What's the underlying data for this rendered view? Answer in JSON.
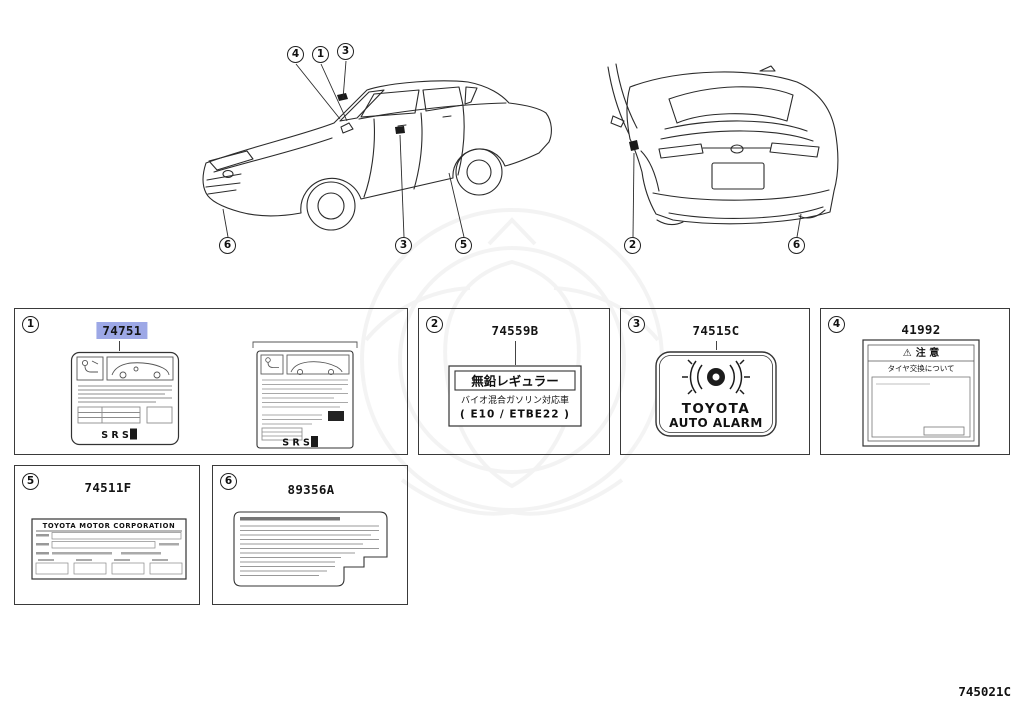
{
  "colors": {
    "highlight": "#9da8e6",
    "line": "#2b2b2b"
  },
  "scene": {
    "callouts": [
      {
        "ref": "4"
      },
      {
        "ref": "1"
      },
      {
        "ref": "3"
      },
      {
        "ref": "6"
      },
      {
        "ref": "3"
      },
      {
        "ref": "5"
      },
      {
        "ref": "2"
      },
      {
        "ref": "6"
      }
    ],
    "cars": [
      {
        "name": "sedan front three-quarter view"
      },
      {
        "name": "sedan rear view"
      }
    ]
  },
  "panels": {
    "p1": {
      "callout": "1",
      "part_number": "74751",
      "highlighted": true,
      "srs_text": "S R S"
    },
    "p2": {
      "callout": "2",
      "part_number": "74559B",
      "line1": "無鉛レギュラー",
      "line2": "バイオ混合ガソリン対応車",
      "line3": "( E10 / ETBE22 )"
    },
    "p3": {
      "callout": "3",
      "part_number": "74515C",
      "brand": "TOYOTA",
      "product": "AUTO ALARM"
    },
    "p4": {
      "callout": "4",
      "part_number": "41992",
      "warning_icon": "⚠",
      "caution_title": "注 意",
      "caution_sub": "タイヤ交換について"
    },
    "p5": {
      "callout": "5",
      "part_number": "74511F",
      "plate_header": "TOYOTA MOTOR CORPORATION"
    },
    "p6": {
      "callout": "6",
      "part_number": "89356A"
    }
  },
  "footer": {
    "diagram_code": "745021C"
  }
}
